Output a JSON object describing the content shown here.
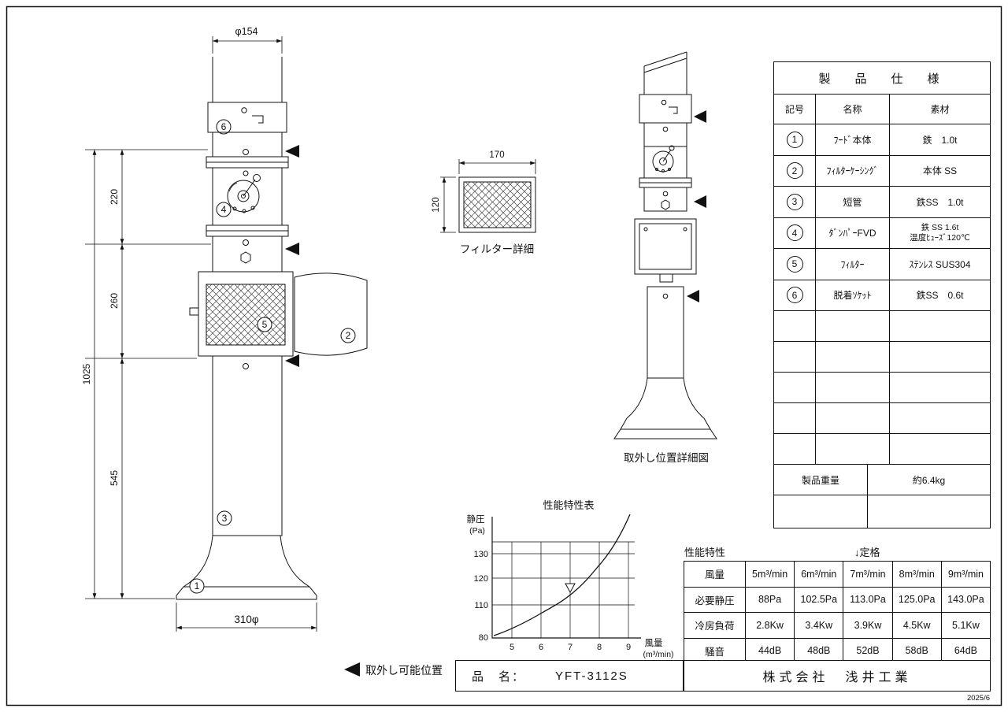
{
  "meta": {
    "date": "2025/6"
  },
  "main_view": {
    "dims": {
      "top_diameter": "φ154",
      "bottom_diameter": "310φ",
      "total_height": "1025",
      "seg_top": "220",
      "seg_mid": "260",
      "seg_bottom": "545"
    },
    "callouts": {
      "hood": "1",
      "door": "2",
      "pipe": "3",
      "damper": "4",
      "filter": "5",
      "socket": "6"
    }
  },
  "filter_detail": {
    "title": "フィルター詳細",
    "width": "170",
    "height": "120"
  },
  "removal_view": {
    "title": "取外し位置詳細図"
  },
  "legend": {
    "removable_label": "取外し可能位置"
  },
  "spec_table": {
    "title": "製　品　仕　様",
    "headers": {
      "symbol": "記号",
      "name": "名称",
      "material": "素材"
    },
    "rows": [
      {
        "no": "1",
        "name": "ﾌｰﾄﾞ本体",
        "material": "鉄　1.0t"
      },
      {
        "no": "2",
        "name": "ﾌｨﾙﾀｰｹｰｼﾝｸﾞ",
        "material": "本体 SS"
      },
      {
        "no": "3",
        "name": "短管",
        "material": "鉄SS　1.0t"
      },
      {
        "no": "4",
        "name": "ﾀﾞﾝﾊﾟｰFVD",
        "material": "鉄 SS 1.6t",
        "material2": "温度ﾋｭｰｽﾞ120℃"
      },
      {
        "no": "5",
        "name": "ﾌｨﾙﾀｰ",
        "material": "ｽﾃﾝﾚｽ SUS304"
      },
      {
        "no": "6",
        "name": "脱着ｿｹｯﾄ",
        "material": "鉄SS　0.6t"
      }
    ],
    "weight_label": "製品重量",
    "weight_value": "約6.4kg"
  },
  "perf": {
    "section_label": "性能特性",
    "rating_label": "↓定格",
    "row_labels": [
      "風量",
      "必要静圧",
      "冷房負荷",
      "騒音"
    ],
    "airflow": [
      "5m³/min",
      "6m³/min",
      "7m³/min",
      "8m³/min",
      "9m³/min"
    ],
    "static_pressure": [
      "88Pa",
      "102.5Pa",
      "113.0Pa",
      "125.0Pa",
      "143.0Pa"
    ],
    "cooling_load": [
      "2.8Kw",
      "3.4Kw",
      "3.9Kw",
      "4.5Kw",
      "5.1Kw"
    ],
    "noise": [
      "44dB",
      "48dB",
      "52dB",
      "58dB",
      "64dB"
    ]
  },
  "chart_data": {
    "type": "line",
    "title": "性能特性表",
    "ylabel": "静圧",
    "ylabel_unit": "(Pa)",
    "xlabel": "風量",
    "xlabel_unit": "(m³/min)",
    "x": [
      5,
      6,
      7,
      8,
      9
    ],
    "y": [
      88,
      102.5,
      113.0,
      125.0,
      143.0
    ],
    "xticks": [
      "5",
      "6",
      "7",
      "8",
      "9"
    ],
    "yticks": [
      "130",
      "120",
      "110",
      "80"
    ],
    "rated_point": {
      "x": 7,
      "y": 113.0
    },
    "grid": true,
    "legend_position": "none"
  },
  "title_block": {
    "part_label": "品　名：",
    "part_number": "YFT-3112S",
    "company": "株式会社　浅井工業"
  }
}
